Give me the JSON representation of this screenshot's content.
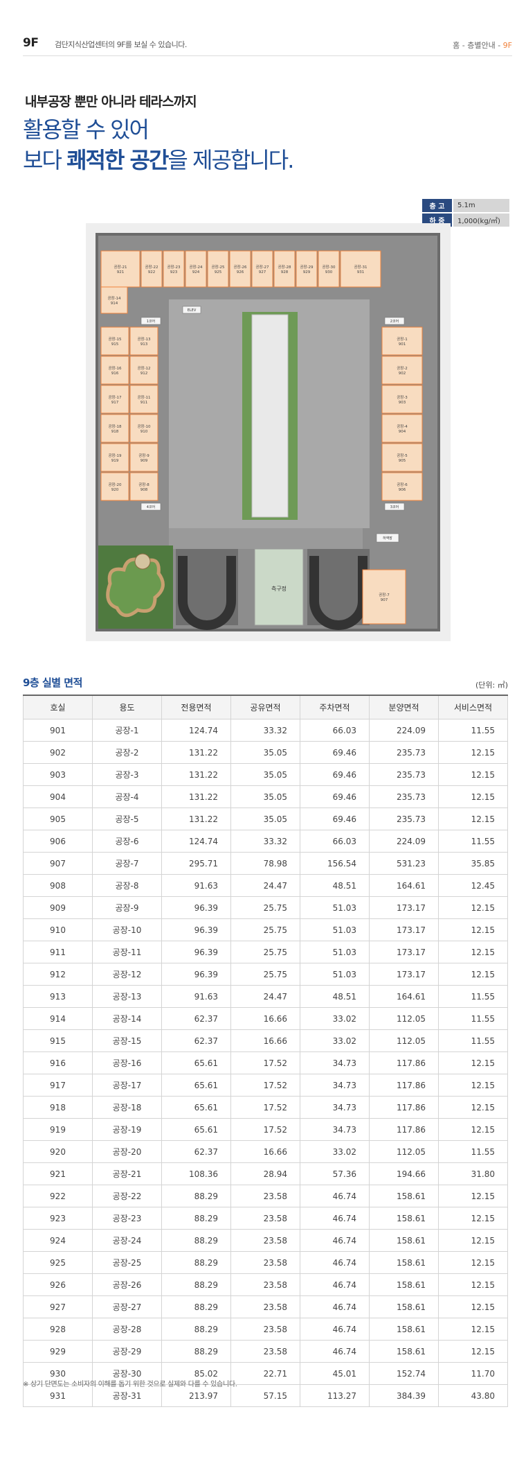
{
  "header": {
    "floor_code": "9F",
    "floor_desc": "검단지식산업센터의 9F를 보실 수 있습니다.",
    "breadcrumb": {
      "home": "홈",
      "sep": "-",
      "section": "층별안내",
      "current": "9F"
    }
  },
  "headline": {
    "sub": "내부공장 뿐만 아니라 테라스까지",
    "line1": "활용할 수 있어",
    "line2_pre": "보다 ",
    "line2_bold": "쾌적한 공간",
    "line2_post": "을 제공합니다."
  },
  "specs": [
    {
      "label": "층 고",
      "value": "5.1m"
    },
    {
      "label": "하 중",
      "value": "1,000(kg/㎡)"
    }
  ],
  "plan": {
    "top_row": [
      {
        "name": "공장-21",
        "num": "921"
      },
      {
        "name": "공장-22",
        "num": "922"
      },
      {
        "name": "공장-23",
        "num": "923"
      },
      {
        "name": "공장-24",
        "num": "924"
      },
      {
        "name": "공장-25",
        "num": "925"
      },
      {
        "name": "공장-26",
        "num": "926"
      },
      {
        "name": "공장-27",
        "num": "927"
      },
      {
        "name": "공장-28",
        "num": "928"
      },
      {
        "name": "공장-29",
        "num": "929"
      },
      {
        "name": "공장-30",
        "num": "930"
      },
      {
        "name": "공장-31",
        "num": "931"
      }
    ],
    "left_outer": [
      {
        "name": "공장-15",
        "num": "915"
      },
      {
        "name": "공장-16",
        "num": "916"
      },
      {
        "name": "공장-17",
        "num": "917"
      },
      {
        "name": "공장-18",
        "num": "918"
      },
      {
        "name": "공장-19",
        "num": "919"
      },
      {
        "name": "공장-20",
        "num": "920"
      }
    ],
    "left_inner": [
      {
        "name": "공장-13",
        "num": "913"
      },
      {
        "name": "공장-12",
        "num": "912"
      },
      {
        "name": "공장-11",
        "num": "911"
      },
      {
        "name": "공장-10",
        "num": "910"
      },
      {
        "name": "공장-9",
        "num": "909"
      },
      {
        "name": "공장-8",
        "num": "908"
      }
    ],
    "right_col": [
      {
        "name": "공장-1",
        "num": "901"
      },
      {
        "name": "공장-2",
        "num": "902"
      },
      {
        "name": "공장-3",
        "num": "903"
      },
      {
        "name": "공장-4",
        "num": "904"
      },
      {
        "name": "공장-5",
        "num": "905"
      },
      {
        "name": "공장-6",
        "num": "906"
      }
    ],
    "unit14": {
      "name": "공장-14",
      "num": "914"
    },
    "unit7": {
      "name": "공장-7",
      "num": "907"
    },
    "core_1": "1코어",
    "core_2": "2코어",
    "core_3": "3코어",
    "core_4": "4코어",
    "elev": "ELEV",
    "loading": "하역장",
    "garden": "측구정"
  },
  "area_section": {
    "title": "9층 실별 면적",
    "unit": "(단위: ㎡)",
    "columns": [
      "호실",
      "용도",
      "전용면적",
      "공유면적",
      "주차면적",
      "분양면적",
      "서비스면적"
    ],
    "rows": [
      [
        "901",
        "공장-1",
        "124.74",
        "33.32",
        "66.03",
        "224.09",
        "11.55"
      ],
      [
        "902",
        "공장-2",
        "131.22",
        "35.05",
        "69.46",
        "235.73",
        "12.15"
      ],
      [
        "903",
        "공장-3",
        "131.22",
        "35.05",
        "69.46",
        "235.73",
        "12.15"
      ],
      [
        "904",
        "공장-4",
        "131.22",
        "35.05",
        "69.46",
        "235.73",
        "12.15"
      ],
      [
        "905",
        "공장-5",
        "131.22",
        "35.05",
        "69.46",
        "235.73",
        "12.15"
      ],
      [
        "906",
        "공장-6",
        "124.74",
        "33.32",
        "66.03",
        "224.09",
        "11.55"
      ],
      [
        "907",
        "공장-7",
        "295.71",
        "78.98",
        "156.54",
        "531.23",
        "35.85"
      ],
      [
        "908",
        "공장-8",
        "91.63",
        "24.47",
        "48.51",
        "164.61",
        "12.45"
      ],
      [
        "909",
        "공장-9",
        "96.39",
        "25.75",
        "51.03",
        "173.17",
        "12.15"
      ],
      [
        "910",
        "공장-10",
        "96.39",
        "25.75",
        "51.03",
        "173.17",
        "12.15"
      ],
      [
        "911",
        "공장-11",
        "96.39",
        "25.75",
        "51.03",
        "173.17",
        "12.15"
      ],
      [
        "912",
        "공장-12",
        "96.39",
        "25.75",
        "51.03",
        "173.17",
        "12.15"
      ],
      [
        "913",
        "공장-13",
        "91.63",
        "24.47",
        "48.51",
        "164.61",
        "11.55"
      ],
      [
        "914",
        "공장-14",
        "62.37",
        "16.66",
        "33.02",
        "112.05",
        "11.55"
      ],
      [
        "915",
        "공장-15",
        "62.37",
        "16.66",
        "33.02",
        "112.05",
        "11.55"
      ],
      [
        "916",
        "공장-16",
        "65.61",
        "17.52",
        "34.73",
        "117.86",
        "12.15"
      ],
      [
        "917",
        "공장-17",
        "65.61",
        "17.52",
        "34.73",
        "117.86",
        "12.15"
      ],
      [
        "918",
        "공장-18",
        "65.61",
        "17.52",
        "34.73",
        "117.86",
        "12.15"
      ],
      [
        "919",
        "공장-19",
        "65.61",
        "17.52",
        "34.73",
        "117.86",
        "12.15"
      ],
      [
        "920",
        "공장-20",
        "62.37",
        "16.66",
        "33.02",
        "112.05",
        "11.55"
      ],
      [
        "921",
        "공장-21",
        "108.36",
        "28.94",
        "57.36",
        "194.66",
        "31.80"
      ],
      [
        "922",
        "공장-22",
        "88.29",
        "23.58",
        "46.74",
        "158.61",
        "12.15"
      ],
      [
        "923",
        "공장-23",
        "88.29",
        "23.58",
        "46.74",
        "158.61",
        "12.15"
      ],
      [
        "924",
        "공장-24",
        "88.29",
        "23.58",
        "46.74",
        "158.61",
        "12.15"
      ],
      [
        "925",
        "공장-25",
        "88.29",
        "23.58",
        "46.74",
        "158.61",
        "12.15"
      ],
      [
        "926",
        "공장-26",
        "88.29",
        "23.58",
        "46.74",
        "158.61",
        "12.15"
      ],
      [
        "927",
        "공장-27",
        "88.29",
        "23.58",
        "46.74",
        "158.61",
        "12.15"
      ],
      [
        "928",
        "공장-28",
        "88.29",
        "23.58",
        "46.74",
        "158.61",
        "12.15"
      ],
      [
        "929",
        "공장-29",
        "88.29",
        "23.58",
        "46.74",
        "158.61",
        "12.15"
      ],
      [
        "930",
        "공장-30",
        "85.02",
        "22.71",
        "45.01",
        "152.74",
        "11.70"
      ],
      [
        "931",
        "공장-31",
        "213.97",
        "57.15",
        "113.27",
        "384.39",
        "43.80"
      ]
    ]
  },
  "footnote": "※ 상기 단면도는 소비자의 이해를 돕기 위한 것으로 실제와 다를 수 있습니다.",
  "colors": {
    "brand_blue": "#1f4e96",
    "accent_orange": "#f0823c",
    "unit_fill": "#f8dcc0",
    "spec_label_bg": "#2a4a80"
  }
}
